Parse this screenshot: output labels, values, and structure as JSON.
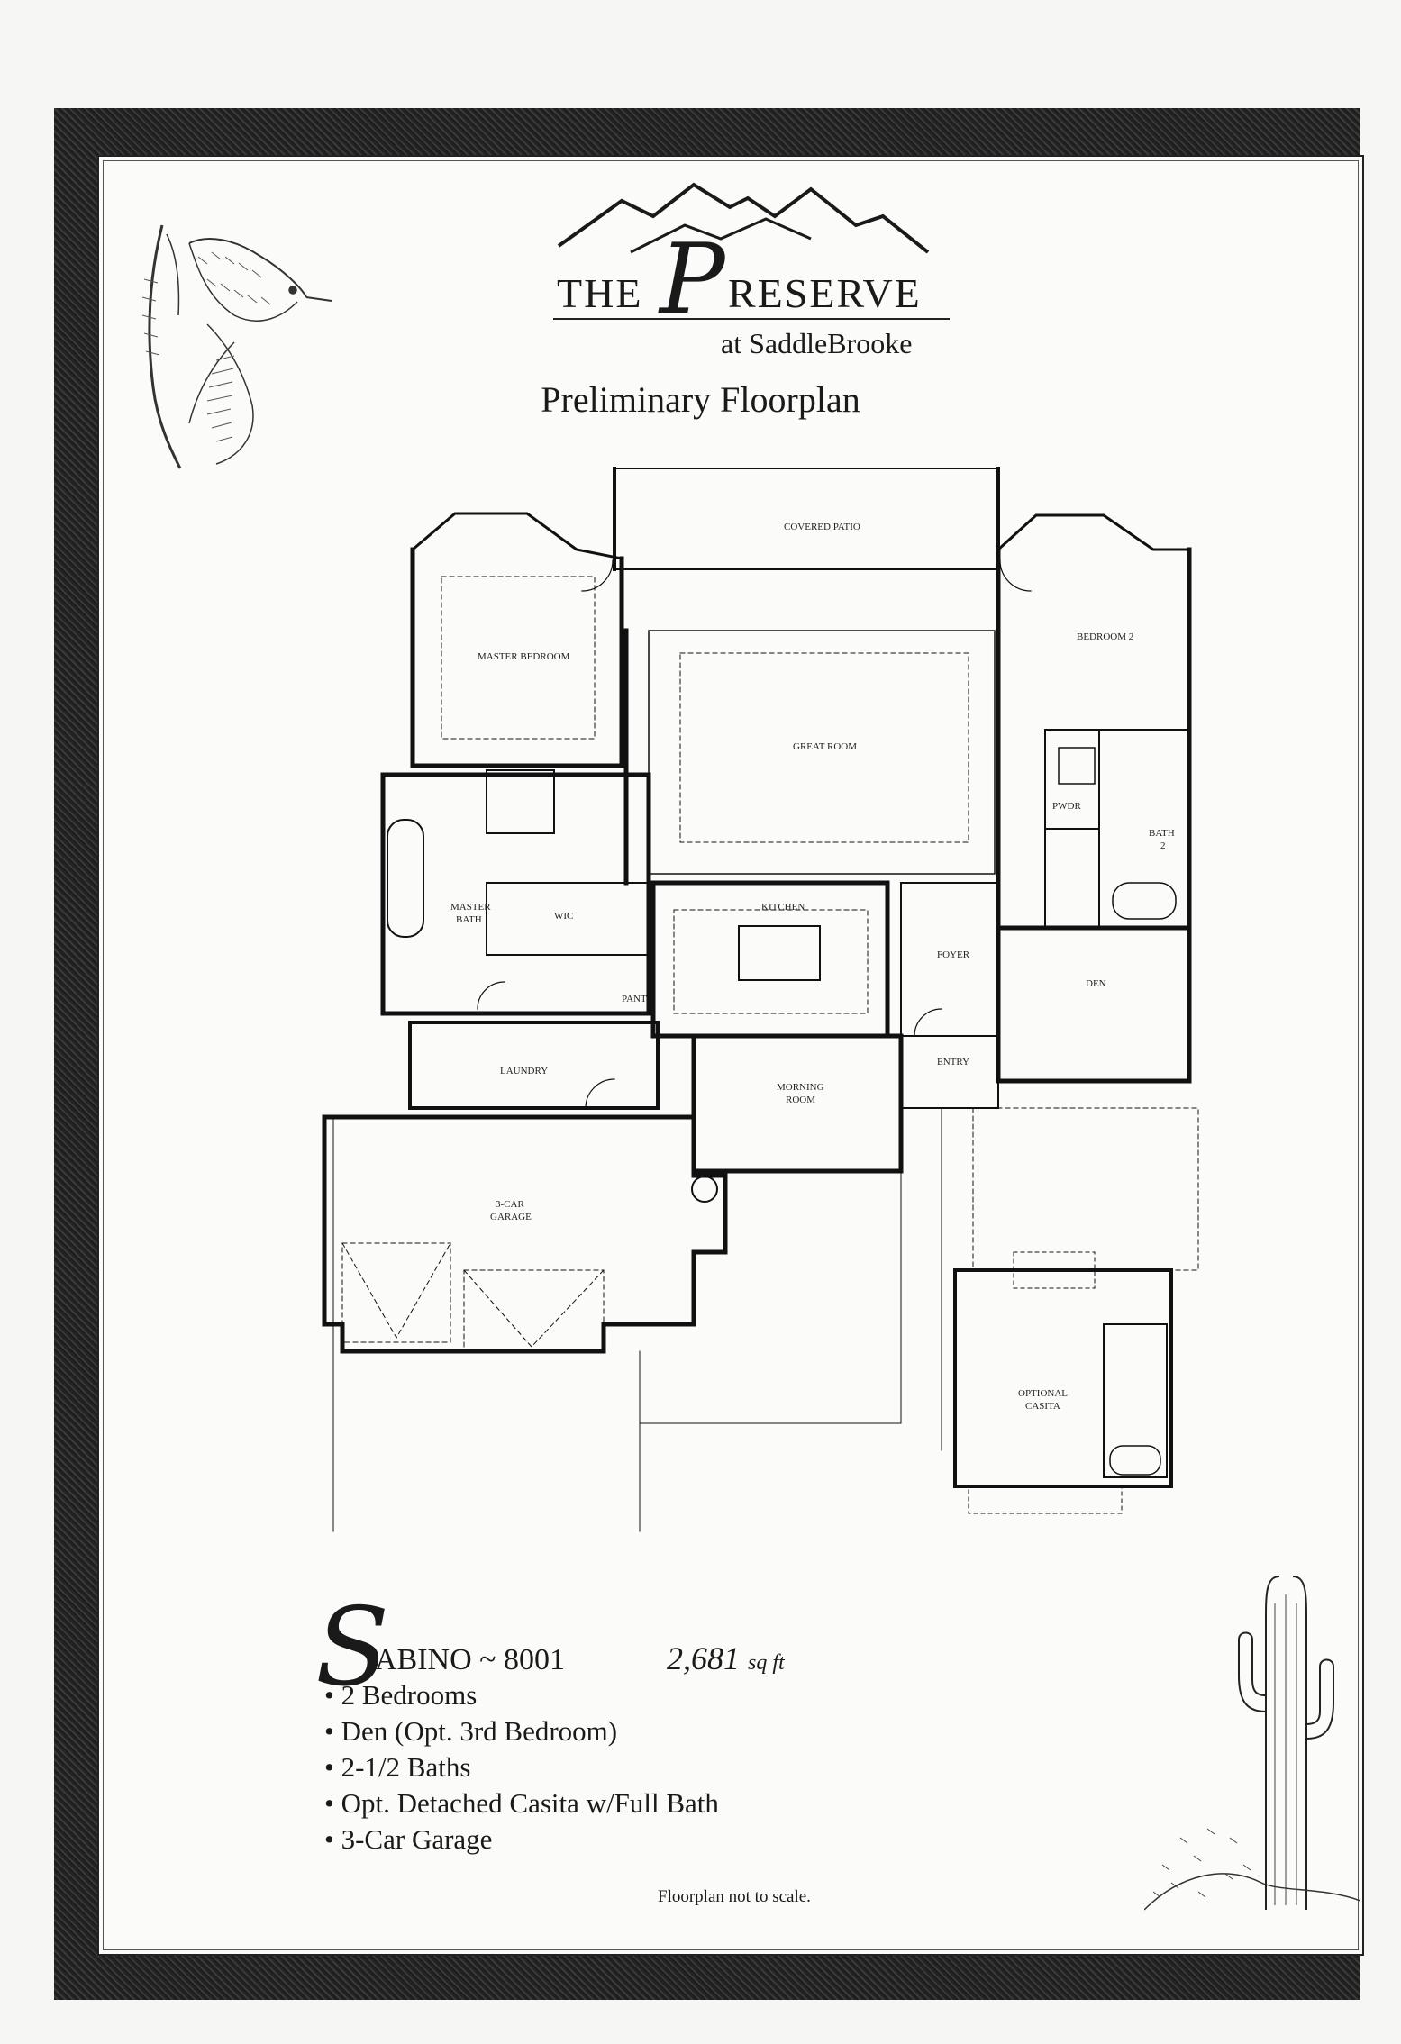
{
  "brand": {
    "the": "THE",
    "initial": "P",
    "reserve": "RESERVE",
    "subtitle": "at SaddleBrooke"
  },
  "title": "Preliminary Floorplan",
  "rooms": {
    "covered_patio": "COVERED PATIO",
    "master_bedroom": "MASTER BEDROOM",
    "great_room": "GREAT ROOM",
    "bedroom_2": "BEDROOM 2",
    "pwdr": "PWDR",
    "bath": "BATH",
    "bath_num": "2",
    "master_bath_1": "MASTER",
    "master_bath_2": "BATH",
    "wic": "WIC",
    "kitchen": "KITCHEN",
    "foyer": "FOYER",
    "den": "DEN",
    "pant": "PANT",
    "laundry": "LAUNDRY",
    "entry": "ENTRY",
    "morning_1": "MORNING",
    "morning_2": "ROOM",
    "garage_1": "3-CAR",
    "garage_2": "GARAGE",
    "casita_1": "OPTIONAL",
    "casita_2": "CASITA"
  },
  "model": {
    "initial": "S",
    "name": "ABINO ~ 8001",
    "sqft": "2,681",
    "sqft_unit": "sq ft"
  },
  "features": [
    "2 Bedrooms",
    "Den (Opt. 3rd Bedroom)",
    "2-1/2 Baths",
    "Opt. Detached Casita w/Full Bath",
    "3-Car Garage"
  ],
  "footnote": "Floorplan not to scale."
}
